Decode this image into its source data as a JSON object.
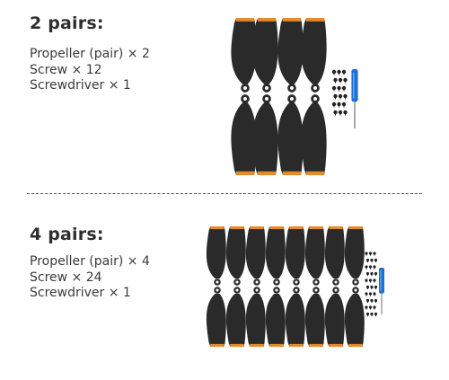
{
  "sections": [
    {
      "heading": "2 pairs:",
      "items": [
        "Propeller (pair) × 2",
        "Screw × 12",
        "Screwdriver × 1"
      ]
    },
    {
      "heading": "4 pairs:",
      "items": [
        "Propeller (pair) × 4",
        "Screw × 24",
        "Screwdriver × 1"
      ]
    }
  ],
  "colors": {
    "blade": "#2a2a2a",
    "tip": "#e8892c",
    "screwdriver": "#1e6fd6",
    "screw": "#222222",
    "divider": "#555555"
  }
}
